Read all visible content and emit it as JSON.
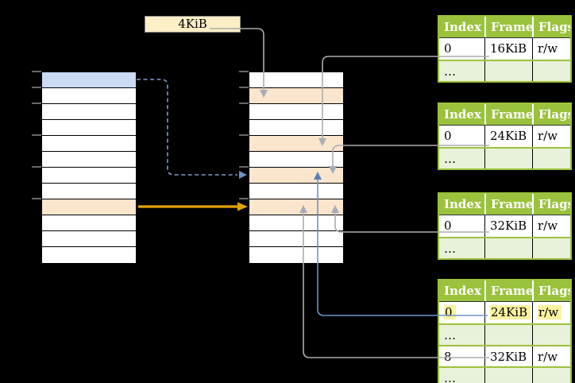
{
  "diagram": {
    "frame_size_label": "4KiB",
    "column_headers": [
      "Index",
      "Frame",
      "Flags"
    ],
    "page_tables": [
      {
        "rows": [
          {
            "cells": [
              "0",
              "16KiB",
              "r/w"
            ]
          },
          {
            "cells": [
              "…",
              "",
              ""
            ]
          }
        ]
      },
      {
        "rows": [
          {
            "cells": [
              "0",
              "24KiB",
              "r/w"
            ]
          },
          {
            "cells": [
              "…",
              "",
              ""
            ]
          }
        ]
      },
      {
        "rows": [
          {
            "cells": [
              "0",
              "32KiB",
              "r/w"
            ]
          },
          {
            "cells": [
              "…",
              "",
              ""
            ]
          }
        ]
      },
      {
        "rows": [
          {
            "cells": [
              "0",
              "24KiB",
              "r/w"
            ],
            "highlighted": true
          },
          {
            "cells": [
              "…",
              "",
              ""
            ]
          },
          {
            "cells": [
              "8",
              "32KiB",
              "r/w"
            ]
          },
          {
            "cells": [
              "…",
              "",
              ""
            ]
          }
        ]
      }
    ],
    "virtual_memory_rows": [
      "blue",
      "white",
      "white",
      "white",
      "white",
      "white",
      "white",
      "white",
      "orange",
      "white",
      "white",
      "white"
    ],
    "physical_memory_rows": [
      "white",
      "orange",
      "white",
      "white",
      "orange",
      "white",
      "orange",
      "white",
      "orange",
      "white",
      "white",
      "white"
    ],
    "colors": {
      "row_highlight_blue": "#C9DAF2",
      "row_highlight_orange": "#FBE5CD",
      "table_header_green": "#9BC23C",
      "table_row_light_green": "#E8F1D9",
      "label_cream": "#FCEEC5",
      "text_highlight_yellow": "#FAF2A0",
      "arrow_orange": "#E3A400",
      "arrow_blue": "#6E92C6",
      "arrow_gray": "#ACACAC",
      "arrow_dashed_blue": "#7E9CCC"
    }
  }
}
